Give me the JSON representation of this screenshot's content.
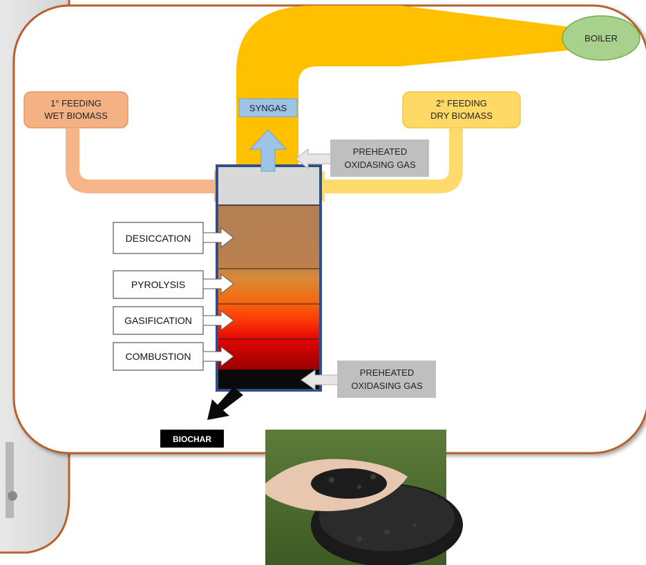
{
  "labels": {
    "boiler": "BOILER",
    "syngas": "SYNGAS",
    "feed1_line1": "1° FEEDING",
    "feed1_line2": "WET BIOMASS",
    "feed2_line1": "2° FEEDING",
    "feed2_line2": "DRY BIOMASS",
    "preheated_top_line1": "PREHEATED",
    "preheated_top_line2": "OXIDASING GAS",
    "preheated_bottom_line1": "PREHEATED",
    "preheated_bottom_line2": "OXIDASING GAS",
    "desiccation": "DESICCATION",
    "pyrolysis": "PYROLYSIS",
    "gasification": "GASIFICATION",
    "combustion": "COMBUSTION",
    "biochar": "BIOCHAR"
  },
  "colors": {
    "frame": "#B9612B",
    "duct": "#FFC000",
    "boiler": "#92D050",
    "feed1": "#F4B183",
    "feed2": "#FFD966",
    "syngas": "#9DC3E6",
    "reactor_border": "#2F4F86",
    "gas_box": "#BFBFBF"
  },
  "icons": [
    "syngas-up-arrow",
    "biochar-out-arrow",
    "process-arrow"
  ]
}
